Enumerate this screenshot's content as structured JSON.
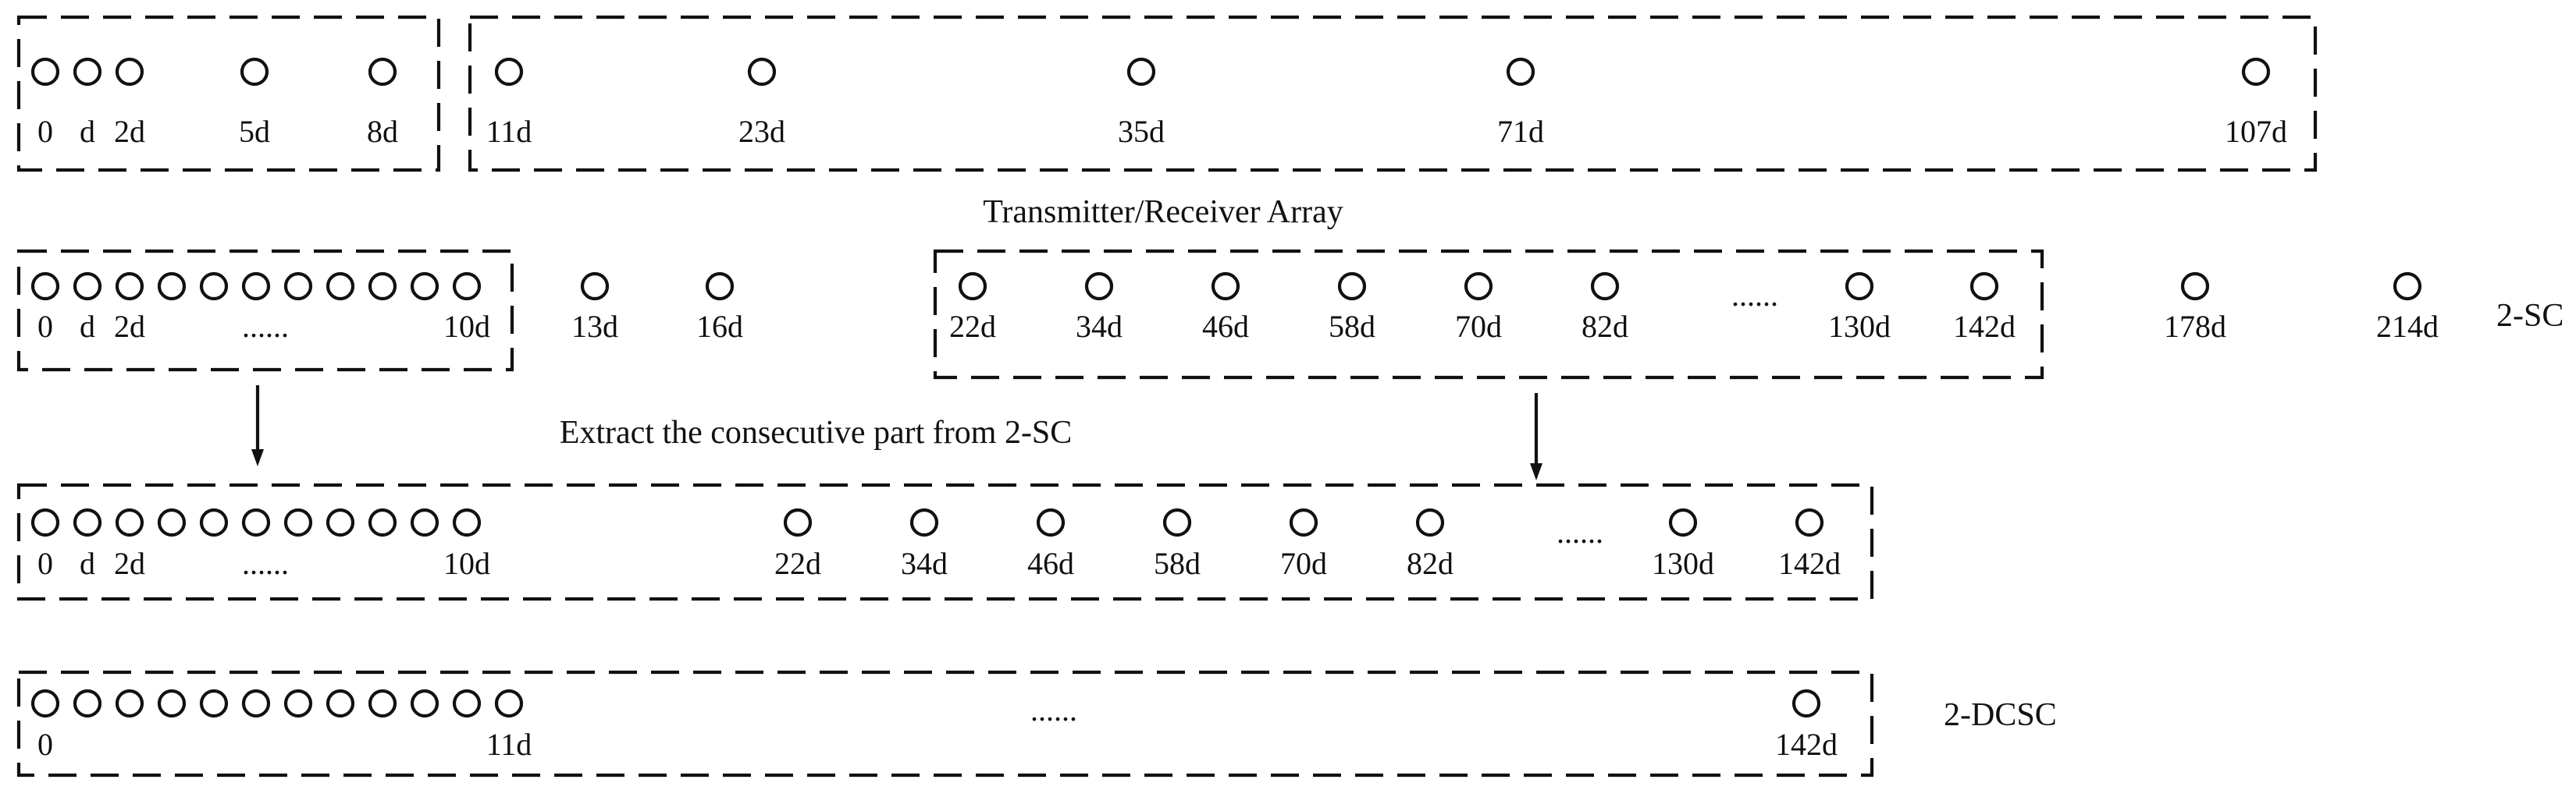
{
  "row1": {
    "groups": [
      {
        "elements": [
          {
            "label": "0"
          },
          {
            "label": "d"
          },
          {
            "label": "2d"
          },
          {
            "label": "5d"
          },
          {
            "label": "8d"
          }
        ]
      },
      {
        "elements": [
          {
            "label": "11d"
          },
          {
            "label": "23d"
          },
          {
            "label": "35d"
          },
          {
            "label": "71d"
          },
          {
            "label": "107d"
          }
        ]
      }
    ],
    "caption": "Transmitter/Receiver Array"
  },
  "row2": {
    "label": "2-SC",
    "left_group": {
      "labels": [
        "0",
        "d",
        "2d",
        "......",
        "10d"
      ]
    },
    "extra_elements": [
      {
        "label": "13d"
      },
      {
        "label": "16d"
      }
    ],
    "mid_group": {
      "labels": [
        "22d",
        "34d",
        "46d",
        "58d",
        "70d",
        "82d",
        "......",
        "130d",
        "142d"
      ]
    },
    "tail_elements": [
      {
        "label": "178d"
      },
      {
        "label": "214d"
      }
    ]
  },
  "annotation": "Extract the consecutive part from 2-SC",
  "row3": {
    "left_labels": [
      "0",
      "d",
      "2d",
      "......",
      "10d"
    ],
    "right_labels": [
      "22d",
      "34d",
      "46d",
      "58d",
      "70d",
      "82d",
      "......",
      "130d",
      "142d"
    ]
  },
  "row4": {
    "label": "2-DCSC",
    "labels": [
      "0",
      "11d",
      "......",
      "142d"
    ]
  },
  "colors": {
    "stroke": "#111111",
    "background": "#ffffff"
  }
}
